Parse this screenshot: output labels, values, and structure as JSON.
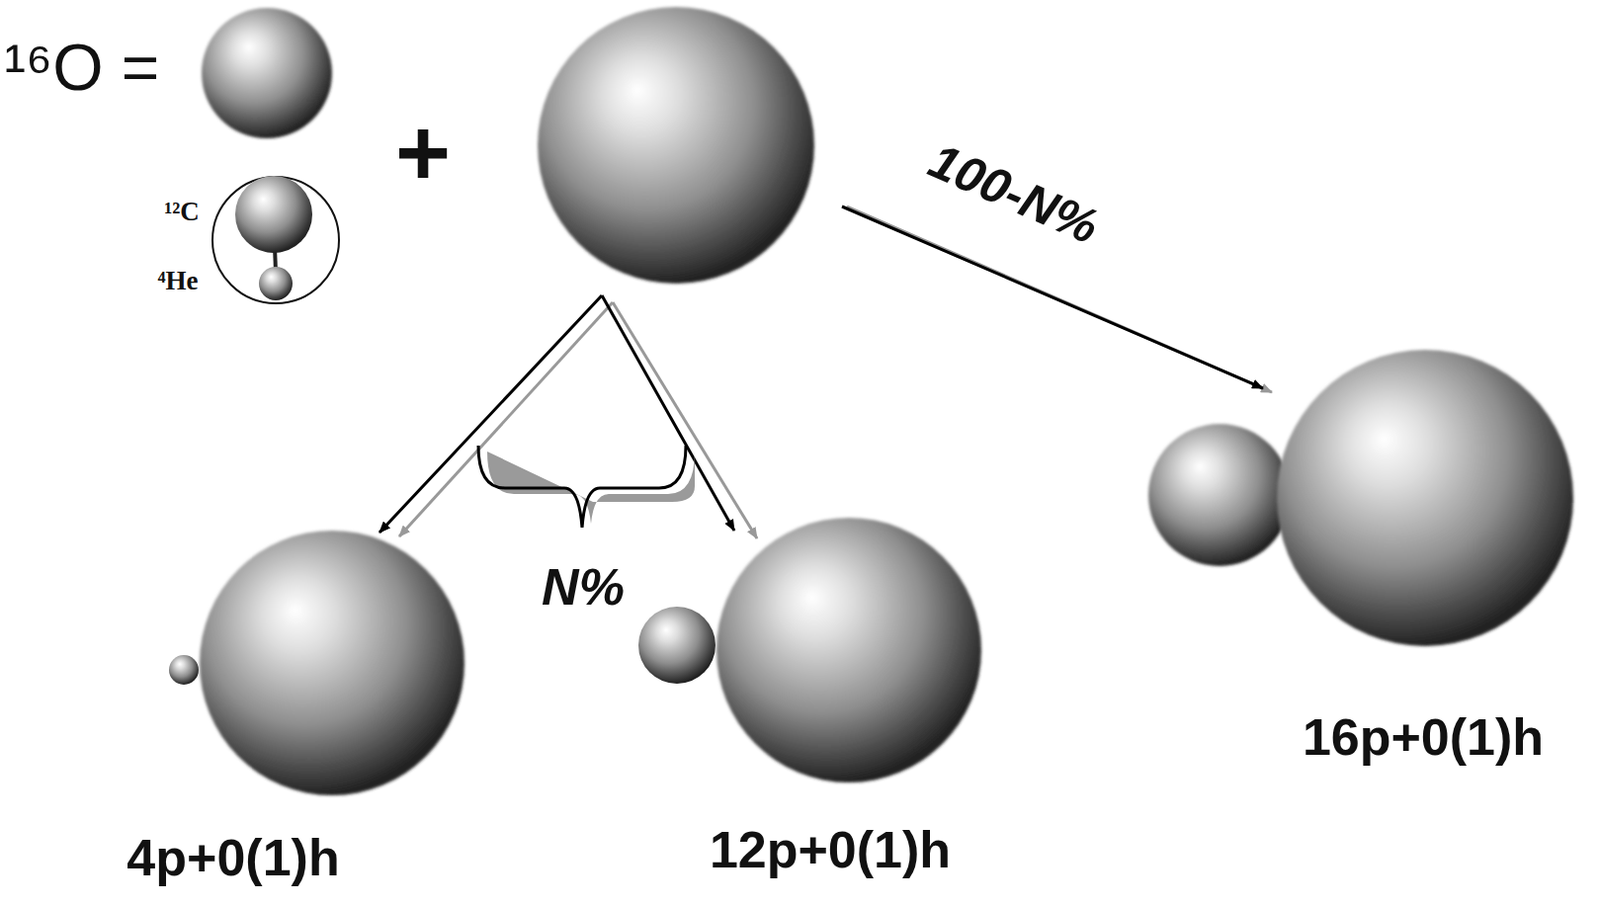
{
  "diagram": {
    "nodes": [
      {
        "text": [
          "¹²C",
          "⁴He"
        ]
      },
      {
        "text": [
          "4p+0(1)h"
        ]
      },
      {
        "text": [
          "12p+0(1)h"
        ]
      },
      {
        "text": [
          "16p+0(1)h"
        ]
      }
    ],
    "labels": [
      "¹⁶O =",
      "+",
      "100-N%",
      "N%"
    ]
  }
}
